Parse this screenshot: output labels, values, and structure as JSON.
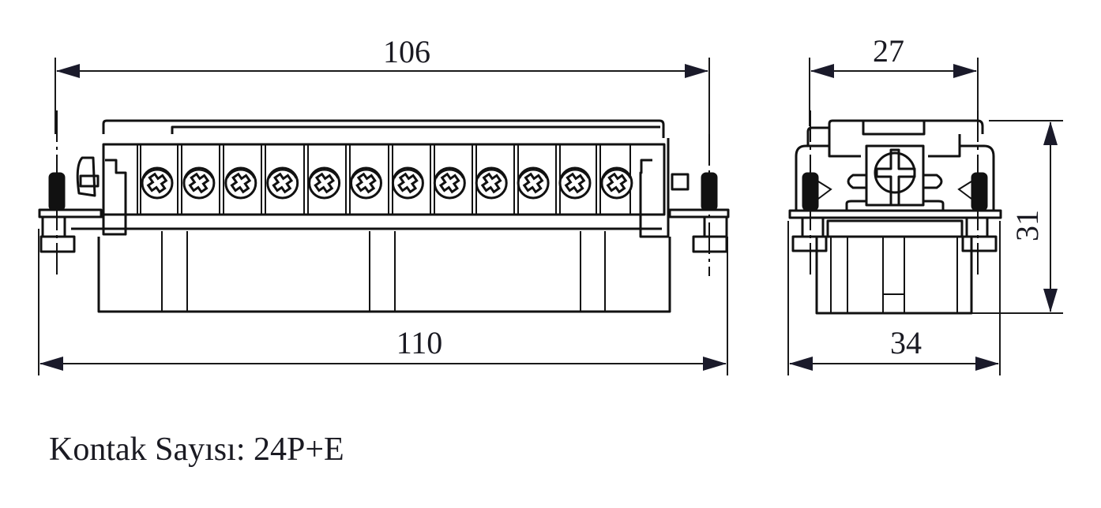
{
  "drawing": {
    "title": "Connector insert technical drawing",
    "views": [
      "front-view",
      "side-view"
    ],
    "dimensions": {
      "front_top_width": "106",
      "front_bottom_width": "110",
      "side_top_width": "27",
      "side_bottom_width": "34",
      "side_height": "31"
    },
    "terminal_count_visible": 12,
    "caption": "Kontak Sayısı: 24P+E"
  },
  "colors": {
    "line": "#111111",
    "text": "#1a1a22",
    "background": "#ffffff"
  }
}
